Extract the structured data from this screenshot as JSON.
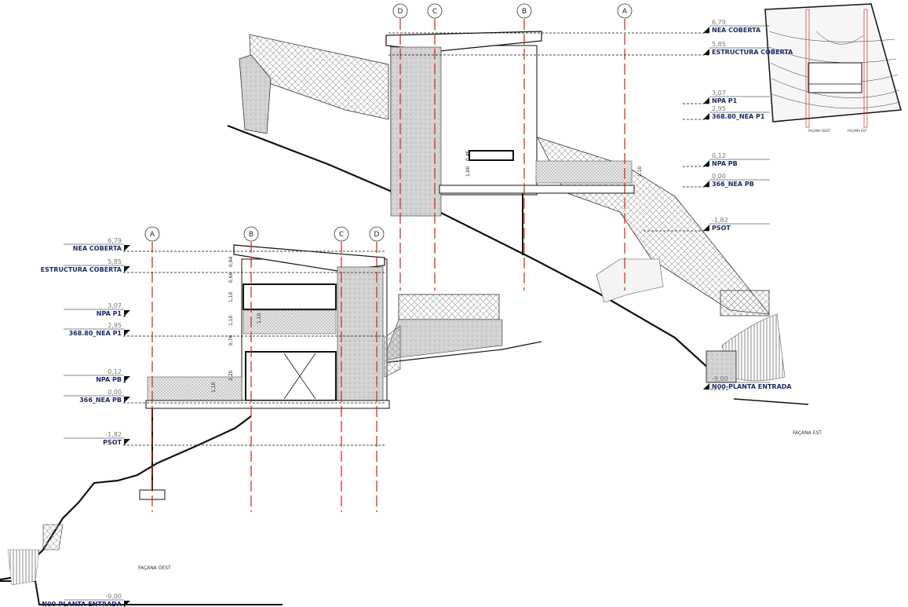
{
  "east_elevation": {
    "title": "FAÇANA EST",
    "grid_axes": [
      "D",
      "C",
      "B",
      "A"
    ],
    "levels": [
      {
        "value": "6,79",
        "name": "NEA COBERTA"
      },
      {
        "value": "5,85",
        "name": "ESTRUCTURA COBERTA"
      },
      {
        "value": "3,07",
        "name": "NPA P1"
      },
      {
        "value": "2,95",
        "name": "368.80_NEA P1"
      },
      {
        "value": "0,12",
        "name": "NPA PB"
      },
      {
        "value": "0,00",
        "name": "366_NEA PB"
      },
      {
        "value": "-1,82",
        "name": "PSOT"
      },
      {
        "value": "-9,00",
        "name": "N00-PLANTA ENTRADA"
      }
    ],
    "dimensions": [
      "0,46",
      "1,00",
      "1,10"
    ]
  },
  "west_elevation": {
    "title": "FAÇANA OEST",
    "grid_axes": [
      "A",
      "B",
      "C",
      "D"
    ],
    "levels": [
      {
        "value": "6,79",
        "name": "NEA COBERTA"
      },
      {
        "value": "5,85",
        "name": "ESTRUCTURA COBERTA"
      },
      {
        "value": "3,07",
        "name": "NPA P1"
      },
      {
        "value": "2,95",
        "name": "368.80_NEA P1"
      },
      {
        "value": "0,12",
        "name": "NPA PB"
      },
      {
        "value": "0,00",
        "name": "366_NEA PB"
      },
      {
        "value": "-1,82",
        "name": "PSOT"
      },
      {
        "value": "-9,00",
        "name": "N00-PLANTA ENTRADA"
      }
    ],
    "dimensions": [
      "0,94",
      "0,66",
      "1,10",
      "1,10",
      "0,76",
      "2,20",
      "1,10",
      "1,10"
    ]
  },
  "site_plan": {
    "section_labels": [
      "FAÇANA OEST",
      "FAÇANA EST"
    ]
  },
  "colors": {
    "grid_axis": "#cc2222",
    "level_text": "#1c2a6b",
    "hatch": "#9a9a9a",
    "concrete": "#d0d0d0"
  }
}
